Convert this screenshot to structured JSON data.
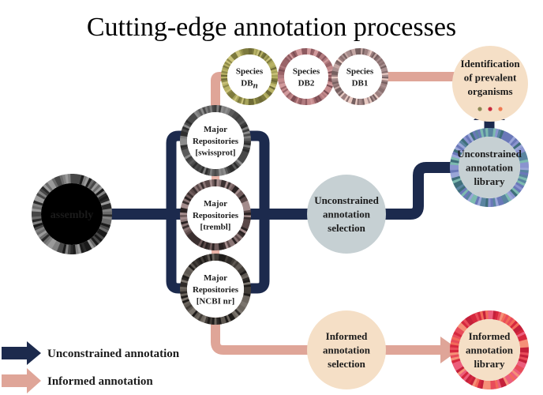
{
  "title": "Cutting-edge annotation processes",
  "colors": {
    "unconstrained": "#1c2a4d",
    "informed": "#dfa598",
    "identification_dots": [
      "#8c8a55",
      "#c8293c",
      "#f07a52"
    ]
  },
  "nodes": {
    "assembly": {
      "lines": [
        "assembly"
      ],
      "ring": [
        "#2a2a2a",
        "#6a6a6a",
        "#9a9a9a",
        "#474747",
        "#1a1a1a",
        "#808080"
      ],
      "fill": "#000000",
      "text_color": "#ffffff"
    },
    "swissprot": {
      "lines": [
        "Major",
        "Repositories",
        "[swissprot]"
      ],
      "ring": [
        "#2e2e2e",
        "#5b5b5b",
        "#7c7c7c",
        "#3e3e3e",
        "#8c8c8c",
        "#4a4a4a"
      ],
      "fill": "#ffffff"
    },
    "trembl": {
      "lines": [
        "Major",
        "Repositories",
        "[trembl]"
      ],
      "ring": [
        "#3b3030",
        "#8a7575",
        "#a48c8c",
        "#5a4848",
        "#2a2222",
        "#705c5c"
      ],
      "fill": "#ffffff"
    },
    "ncbi": {
      "lines": [
        "Major",
        "Repositories",
        "[NCBI nr]"
      ],
      "ring": [
        "#2f2b28",
        "#5e5852",
        "#7a746d",
        "#413c37",
        "#1f1c1a",
        "#6b655e"
      ],
      "fill": "#ffffff"
    },
    "species_dbn": {
      "lines": [
        "Species",
        "DBn"
      ],
      "ring": [
        "#7d7a3e",
        "#a6a35a",
        "#c9c27a",
        "#8e8a48",
        "#b8b265",
        "#6f6b36"
      ],
      "fill": "#ffffff"
    },
    "species_db2": {
      "lines": [
        "Species",
        "DB2"
      ],
      "ring": [
        "#8e5a60",
        "#b07a7e",
        "#d19a9c",
        "#9a6468",
        "#c48a8c",
        "#7d4e54"
      ],
      "fill": "#ffffff"
    },
    "species_db1": {
      "lines": [
        "Species",
        "DB1"
      ],
      "ring": [
        "#8a7070",
        "#a88e8e",
        "#c4a7a4",
        "#766060",
        "#e7c9c2",
        "#9c7f7f"
      ],
      "fill": "#ffffff"
    },
    "identification": {
      "lines": [
        "Identification",
        "of prevalent",
        "organisms"
      ],
      "fill": "#f5dfc6"
    },
    "unconstrained_selection": {
      "lines": [
        "Unconstrained",
        "annotation",
        "selection"
      ],
      "fill": "#c6d0d3"
    },
    "unconstrained_library": {
      "lines": [
        "Unconstrained",
        "annotation",
        "library"
      ],
      "ring": [
        "#6a78b8",
        "#8a94cf",
        "#3f6e7a",
        "#9aa6d8",
        "#5a84a0",
        "#7dbab0"
      ],
      "fill": "#c6d0d3"
    },
    "informed_selection": {
      "lines": [
        "Informed",
        "annotation",
        "selection"
      ],
      "fill": "#f5dfc6"
    },
    "informed_library": {
      "lines": [
        "Informed",
        "annotation",
        "library"
      ],
      "ring": [
        "#d6283e",
        "#f26a5a",
        "#e84c5a",
        "#c4203a",
        "#f59078",
        "#ec5e7c"
      ],
      "fill": "#f5dfc6"
    }
  },
  "legend": [
    {
      "label": "Unconstrained annotation",
      "kind": "unconstrained"
    },
    {
      "label": "Informed annotation",
      "kind": "informed"
    }
  ]
}
